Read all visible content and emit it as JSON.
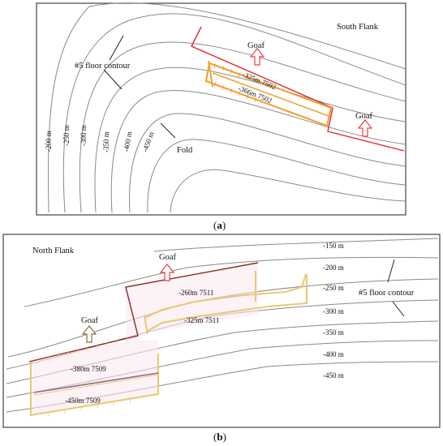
{
  "panel_a": {
    "caption_open": "(",
    "caption_letter": "a",
    "caption_close": ")",
    "flank": "South Flank",
    "floor_contour": "#5 floor contour",
    "fold": "Fold",
    "goaf_1": "Goaf",
    "goaf_2": "Goaf",
    "face_upper": "-325m 7502",
    "face_lower": "-366m 7502",
    "contour_labels": [
      "-200 m",
      "-250 m",
      "-300 m",
      "-350 m",
      "-400 m",
      "-450 m"
    ]
  },
  "panel_b": {
    "caption_open": "(",
    "caption_letter": "b",
    "caption_close": ")",
    "flank": "North Flank",
    "floor_contour": "#5 floor contour",
    "goaf_1": "Goaf",
    "goaf_2": "Goaf",
    "face_260": "-260m 7511",
    "face_325": "-325m 7511",
    "face_380": "-380m 7509",
    "face_450": "-450m 7509",
    "contour_labels": [
      "-150 m",
      "-200 m",
      "-250 m",
      "-300 m",
      "-350 m",
      "-400 m",
      "-450 m"
    ]
  },
  "colors": {
    "boundary_red": "#e8242b",
    "face_orange": "#f0a030",
    "face_yellow": "#e8c870",
    "boundary_brown": "#8a2a20",
    "goaf_arrow_red": "#e84040",
    "goaf_arrow_brown": "#8a6a40",
    "contour_gray": "#8a8a8a"
  }
}
